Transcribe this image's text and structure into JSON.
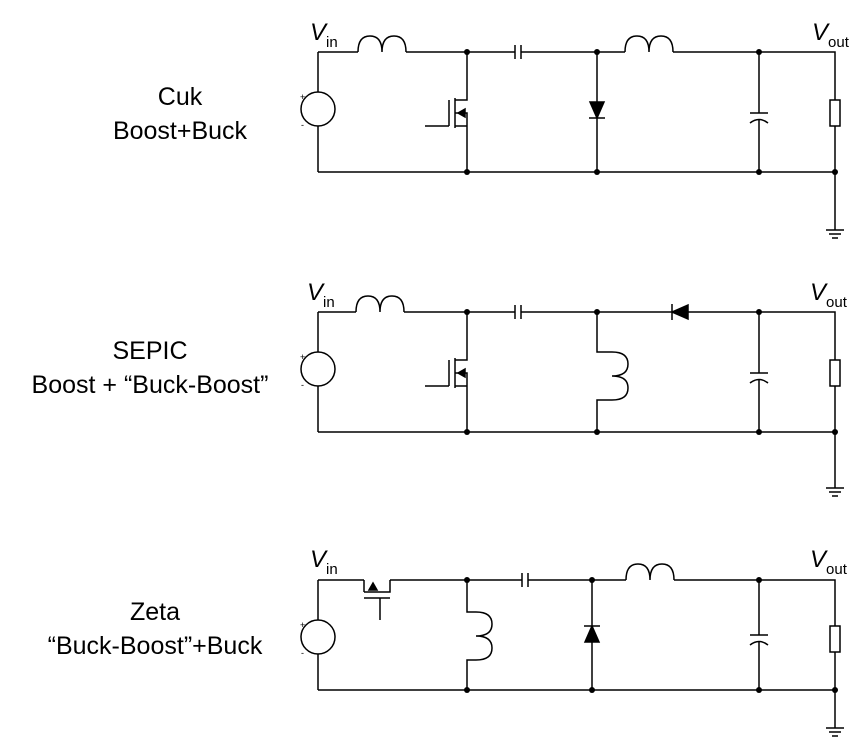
{
  "circuits": [
    {
      "name": "Cuk",
      "desc": "Boost+Buck",
      "vin": "V",
      "vin_sub": "in",
      "vout": "V",
      "vout_sub": "out",
      "pos": "+",
      "neg": "-"
    },
    {
      "name": "SEPIC",
      "desc": "Boost + “Buck-Boost”",
      "vin": "V",
      "vin_sub": "in",
      "vout": "V",
      "vout_sub": "out",
      "pos": "+",
      "neg": "-"
    },
    {
      "name": "Zeta",
      "desc": "“Buck-Boost”+Buck",
      "vin": "V",
      "vin_sub": "in",
      "vout": "V",
      "vout_sub": "out",
      "pos": "+",
      "neg": "-"
    }
  ],
  "colors": {
    "wire": "#000000",
    "background": "#ffffff"
  }
}
